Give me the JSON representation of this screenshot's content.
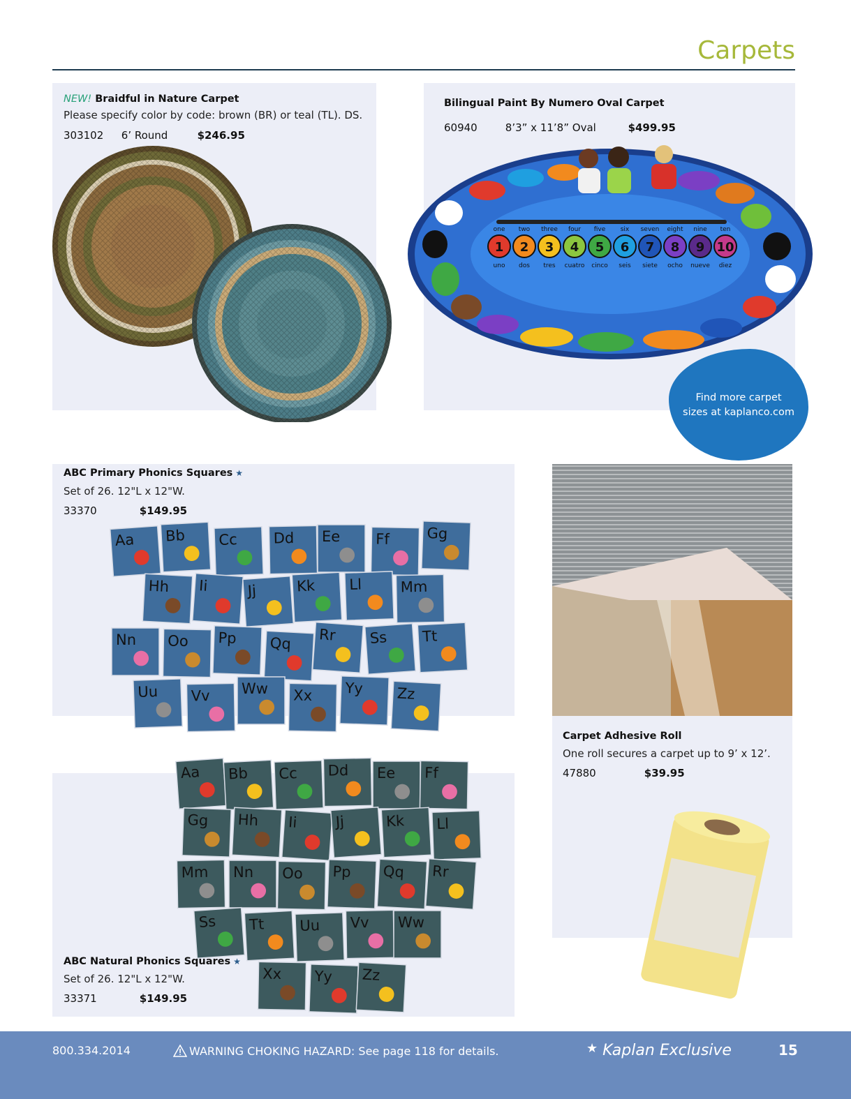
{
  "page": {
    "title": "Carpets",
    "number": "15"
  },
  "products": {
    "braidful": {
      "new_label": "NEW!",
      "name": "Braidful in Nature Carpet",
      "description": "Please specify color by code: brown (BR) or teal (TL). DS.",
      "item": "303102",
      "size": "6’ Round",
      "price": "$246.95"
    },
    "bilingual": {
      "name": "Bilingual Paint By Numero Oval Carpet",
      "item": "60940",
      "size": "8’3” x 11’8” Oval",
      "price": "$499.95",
      "numbers": [
        "1",
        "2",
        "3",
        "4",
        "5",
        "6",
        "7",
        "8",
        "9",
        "10"
      ],
      "english_numbers": [
        "one",
        "two",
        "three",
        "four",
        "five",
        "six",
        "seven",
        "eight",
        "nine",
        "ten"
      ],
      "spanish_numbers": [
        "uno",
        "dos",
        "tres",
        "cuatro",
        "cinco",
        "seis",
        "siete",
        "ocho",
        "nueve",
        "diez"
      ]
    },
    "primary": {
      "name": "ABC Primary Phonics Squares",
      "description": "Set of 26. 12\"L x 12\"W.",
      "item": "33370",
      "price": "$149.95"
    },
    "adhesive": {
      "name": "Carpet Adhesive Roll",
      "description": "One roll secures a carpet up to 9’ x 12’.",
      "item": "47880",
      "price": "$39.95"
    },
    "natural": {
      "name": "ABC Natural Phonics Squares",
      "description": "Set of 26. 12\"L x 12\"W.",
      "item": "33371",
      "price": "$149.95"
    }
  },
  "letters": [
    "Aa",
    "Bb",
    "Cc",
    "Dd",
    "Ee",
    "Ff",
    "Gg",
    "Hh",
    "Ii",
    "Jj",
    "Kk",
    "Ll",
    "Mm",
    "Nn",
    "Oo",
    "Pp",
    "Qq",
    "Rr",
    "Ss",
    "Tt",
    "Uu",
    "Vv",
    "Ww",
    "Xx",
    "Yy",
    "Zz"
  ],
  "promo": {
    "line1": "Find more carpet",
    "line2": "sizes at kaplanco.com"
  },
  "footer": {
    "phone": "800.334.2014",
    "warning": "WARNING CHOKING HAZARD: See page 118 for details.",
    "exclusive": "Kaplan Exclusive"
  },
  "icons": {
    "warning": "warning-triangle-icon",
    "star": "star-icon"
  },
  "colors": {
    "accent": "#a6b83a",
    "footer": "#6a8bbe",
    "panel": "#eceef7",
    "tile_primary": "#3f6d9c",
    "tile_natural": "#3d5a5e",
    "promo": "#1f76bf"
  }
}
